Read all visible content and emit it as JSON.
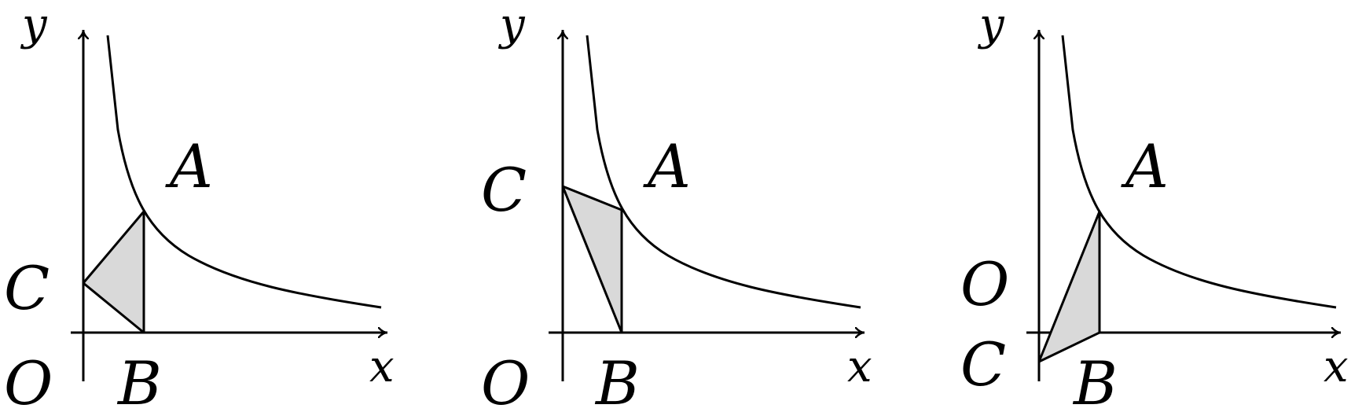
{
  "panels": [
    {
      "id": "panel-1",
      "labels": {
        "y": "y",
        "x": "x",
        "A": "A",
        "B": "B",
        "C": "C",
        "O": "O"
      }
    },
    {
      "id": "panel-2",
      "labels": {
        "y": "y",
        "x": "x",
        "A": "A",
        "B": "B",
        "C": "C",
        "O": "O"
      }
    },
    {
      "id": "panel-3",
      "labels": {
        "y": "y",
        "x": "x",
        "A": "A",
        "B": "B",
        "C": "C",
        "O": "O"
      }
    }
  ],
  "colors": {
    "stroke": "#000000",
    "shade": "#d9d9d9"
  }
}
